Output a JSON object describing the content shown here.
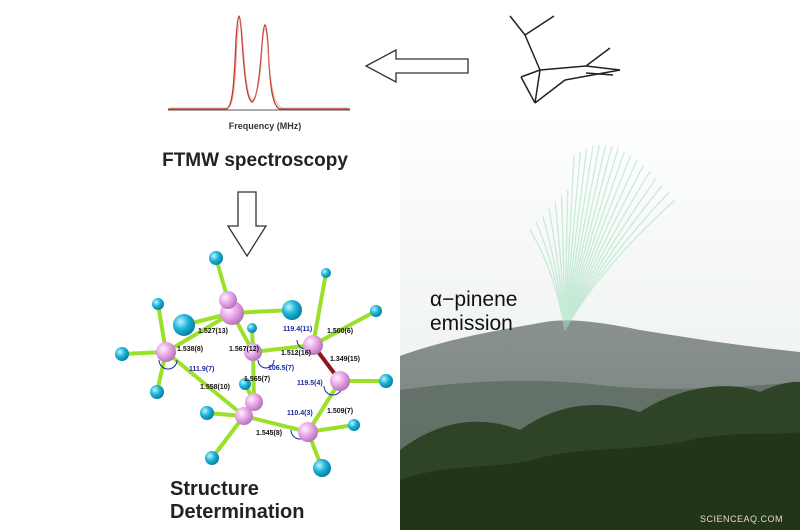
{
  "spectrum": {
    "xlabel": "Frequency (MHz)"
  },
  "method": {
    "label": "FTMW spectroscopy"
  },
  "emission": {
    "line1": "α−pinene",
    "line2": "emission"
  },
  "result": {
    "line1": "Structure",
    "line2": "Determination"
  },
  "bond_lengths": [
    "1.527(13)",
    "1.538(8)",
    "1.567(12)",
    "1.512(16)",
    "1.500(6)",
    "1.349(15)",
    "1.558(10)",
    "1.565(7)",
    "1.509(7)",
    "1.545(8)"
  ],
  "bond_angles": [
    "119.4(11)",
    "106.5(7)",
    "111.9(7)",
    "119.5(4)",
    "110.4(3)"
  ],
  "watermark": "SCIENCEAQ.COM",
  "colors": {
    "spectrum_line": "#c0392b",
    "carbon_atom": "#e6a6e6",
    "hydrogen_atom": "#19b4d8",
    "bond": "#9be02a",
    "double_bond": "#8b1a1a",
    "angle_text": "#1c2a9e"
  }
}
